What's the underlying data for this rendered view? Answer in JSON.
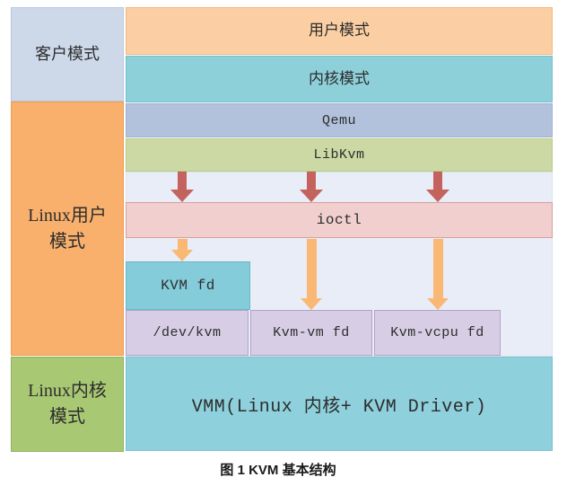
{
  "left_column": {
    "guest": "客户模式",
    "user": "Linux用户\n模式",
    "kernel": "Linux内核\n模式"
  },
  "layers": {
    "user_mode": "用户模式",
    "kernel_mode": "内核模式",
    "qemu": "Qemu",
    "libkvm": "LibKvm",
    "ioctl": "ioctl",
    "vmm": "VMM(Linux 内核+ KVM Driver)"
  },
  "boxes": {
    "kvm_fd": "KVM fd",
    "dev_kvm": "/dev/kvm",
    "kvm_vm_fd": "Kvm-vm fd",
    "kvm_vcpu_fd": "Kvm-vcpu fd"
  },
  "caption": {
    "text": "图 1 KVM 基本结构"
  },
  "arrows": {
    "red_count": 3,
    "orange_count": 3
  },
  "colors": {
    "guest_bg": "#cdd9e9",
    "guest_border": "#b9c8dd",
    "linux_user_bg": "#f9b06c",
    "linux_user_border": "#eb9d53",
    "linux_kernel_bg": "#a9c873",
    "linux_kernel_border": "#93b25d",
    "user_mode_bg": "#fbcfa3",
    "user_mode_border": "#f0b87e",
    "kernel_mode_bg": "#8ed0da",
    "kernel_mode_border": "#73bfce",
    "qemu_bg": "#b2c2dd",
    "qemu_border": "#9fb1d1",
    "libkvm_bg": "#ccd9a4",
    "libkvm_border": "#b9cc86",
    "panel_bg": "#e9edf7",
    "panel_border": "#dce2ef",
    "ioctl_bg": "#f0cfce",
    "ioctl_border": "#da9f9a",
    "kvm_fd_bg": "#84ccd9",
    "kvm_fd_border": "#68b8c7",
    "purple_bg": "#d7cee5",
    "purple_border": "#b2a4c6",
    "vmm_bg": "#8ed0dc",
    "vmm_border": "#79c2d0",
    "red_arrow": "#c4635e",
    "orange_arrow": "#f9b873"
  }
}
